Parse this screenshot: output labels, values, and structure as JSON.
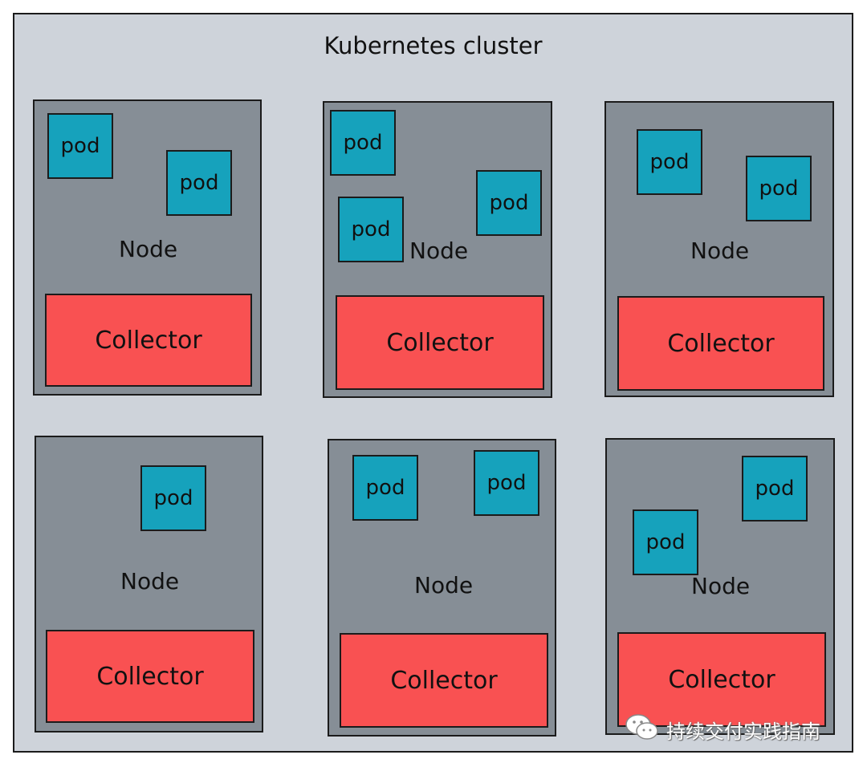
{
  "cluster": {
    "title": "Kubernetes cluster"
  },
  "labels": {
    "pod": "pod",
    "node": "Node",
    "collector": "Collector"
  },
  "colors": {
    "cluster_bg": "#ced3da",
    "node_bg": "#868e96",
    "pod_bg": "#16a2bc",
    "collector_bg": "#f95152"
  },
  "nodes": [
    {
      "pods": 2
    },
    {
      "pods": 3
    },
    {
      "pods": 2
    },
    {
      "pods": 1
    },
    {
      "pods": 2
    },
    {
      "pods": 2
    }
  ],
  "watermark": {
    "icon": "wechat-icon",
    "text": "持续交付实践指南"
  }
}
